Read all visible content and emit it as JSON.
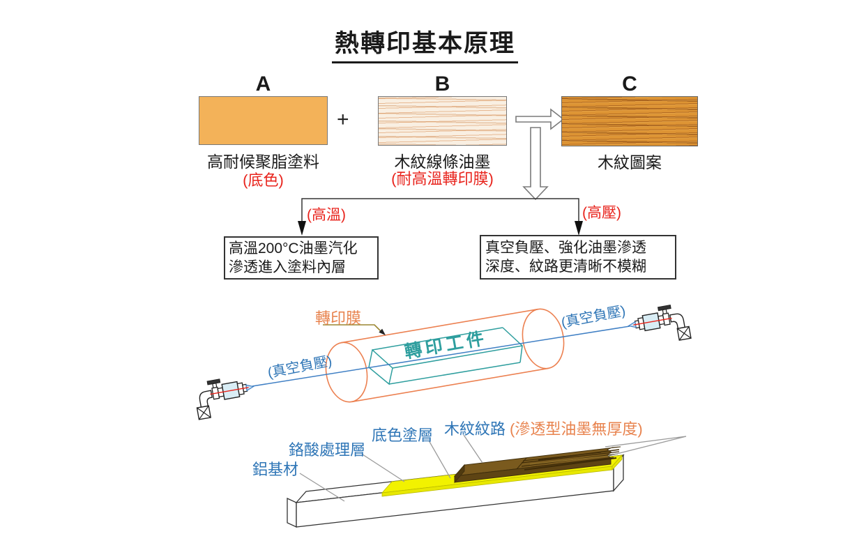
{
  "title": "熱轉印基本原理",
  "process": {
    "swatches": [
      {
        "label": "A",
        "name": "高耐候聚脂塗料",
        "note": "(底色)"
      },
      {
        "label": "B",
        "name": "木紋線條油墨",
        "note": "(耐高溫轉印膜)"
      },
      {
        "label": "C",
        "name": "木紋圖案"
      }
    ],
    "plus_sign": "+",
    "branch_left_tag": "(高溫)",
    "branch_right_tag": "(高壓)",
    "box_left": {
      "line1": "高溫200°C油墨汽化",
      "line2": "滲透進入塗料內層"
    },
    "box_right": {
      "line1": "真空負壓、強化油墨滲透",
      "line2": "深度、紋路更清晰不模糊"
    }
  },
  "vacuum_diagram": {
    "film_label": "轉印膜",
    "workpiece_label": "轉印工件",
    "vacuum_label_left": "(真空負壓)",
    "vacuum_label_right": "(真空負壓)"
  },
  "layer_diagram": {
    "substrate_label": "鋁基材",
    "chromate_label": "鉻酸處理層",
    "basecoat_label": "底色塗層",
    "grain_label": "木紋紋路",
    "grain_note": "(滲透型油墨無厚度)"
  },
  "colors": {
    "red_accent": "#E8231C",
    "orange_accent": "#E8834E",
    "teal_accent": "#2E9E9E",
    "blue_accent": "#2E75B6",
    "swatch_base_coat": "#F3B259",
    "wood_base": "#DD9434",
    "yellow_layer": "#F2F200",
    "brown_layer": "#7A5A1E",
    "leader_grey": "#9A9A9A"
  }
}
